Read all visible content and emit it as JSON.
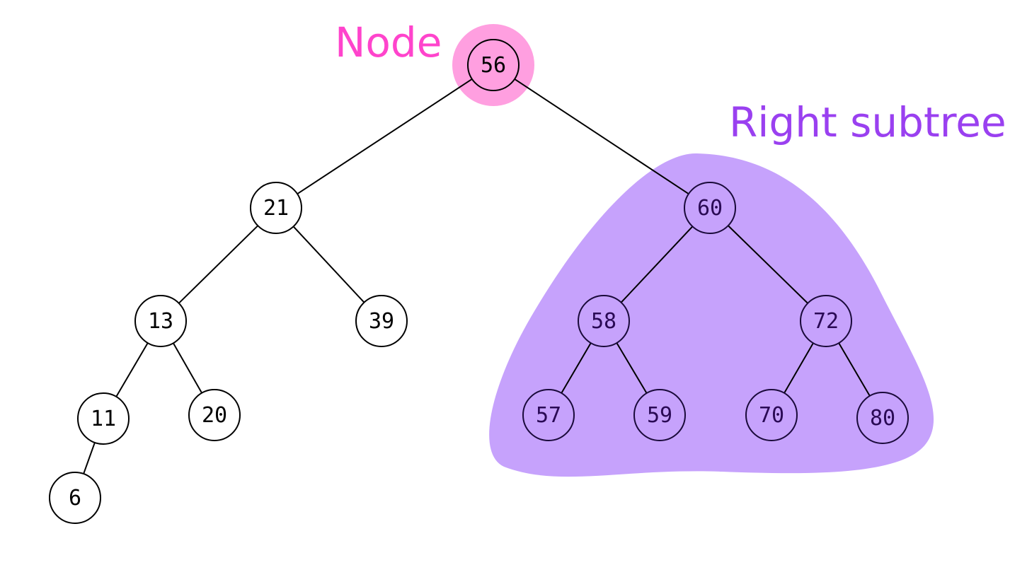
{
  "diagram": {
    "annotations": {
      "node": {
        "text": "Node",
        "color": "#ff44cc",
        "highlight_color": "#ff9fe0"
      },
      "right_subtree": {
        "text": "Right subtree",
        "color": "#9a40f0",
        "region_color": "#c6a2fc"
      }
    },
    "tree": {
      "root": "56",
      "nodes": [
        "56",
        "21",
        "60",
        "13",
        "39",
        "58",
        "72",
        "11",
        "20",
        "57",
        "59",
        "70",
        "80",
        "6"
      ],
      "edges": [
        [
          "56",
          "21"
        ],
        [
          "56",
          "60"
        ],
        [
          "21",
          "13"
        ],
        [
          "21",
          "39"
        ],
        [
          "13",
          "11"
        ],
        [
          "13",
          "20"
        ],
        [
          "11",
          "6"
        ],
        [
          "60",
          "58"
        ],
        [
          "60",
          "72"
        ],
        [
          "58",
          "57"
        ],
        [
          "58",
          "59"
        ],
        [
          "72",
          "70"
        ],
        [
          "72",
          "80"
        ]
      ],
      "subtree_members": [
        "60",
        "58",
        "72",
        "57",
        "59",
        "70",
        "80"
      ]
    },
    "colors": {
      "stroke": "#000000",
      "node_fill": "#ffffff",
      "subtree_text": "#2a0a55",
      "subtree_stroke": "#1a0a3a"
    }
  }
}
